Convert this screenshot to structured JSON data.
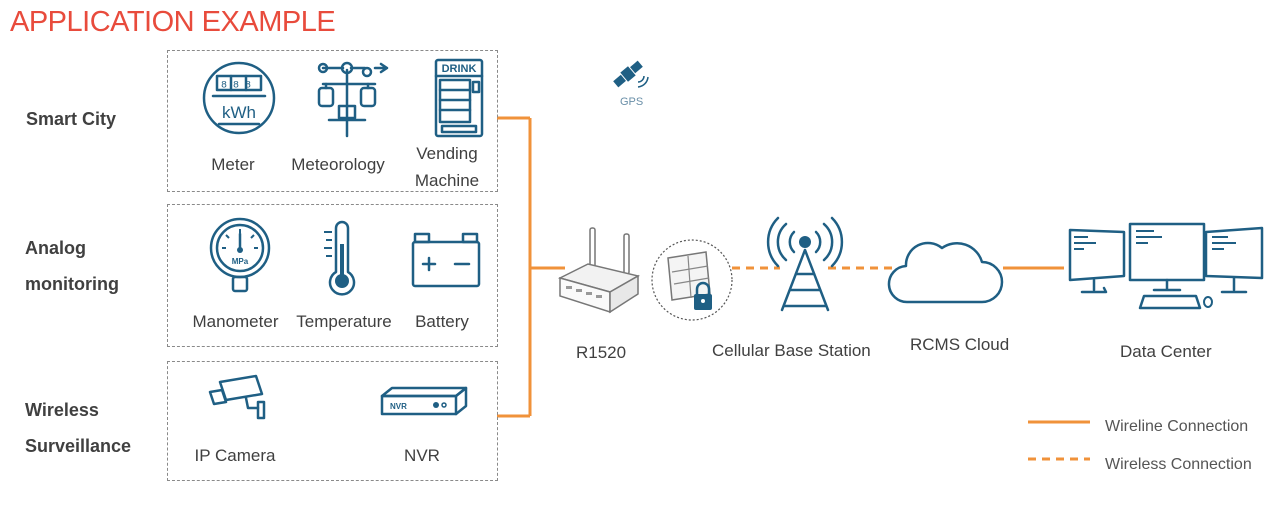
{
  "title": "APPLICATION EXAMPLE",
  "groups": [
    {
      "label_lines": [
        "Smart City"
      ],
      "items": [
        {
          "label_lines": [
            "Meter"
          ],
          "icon": "electric-meter-icon",
          "meter_digits": "888",
          "meter_unit": "kWh"
        },
        {
          "label_lines": [
            "Meteorology"
          ],
          "icon": "weather-station-icon"
        },
        {
          "label_lines": [
            "Vending",
            "Machine"
          ],
          "icon": "vending-machine-icon",
          "sign": "DRINK"
        }
      ]
    },
    {
      "label_lines": [
        "Analog",
        "monitoring"
      ],
      "items": [
        {
          "label_lines": [
            "Manometer"
          ],
          "icon": "pressure-gauge-icon",
          "gauge_unit": "MPa"
        },
        {
          "label_lines": [
            "Temperature"
          ],
          "icon": "thermometer-icon"
        },
        {
          "label_lines": [
            "Battery"
          ],
          "icon": "battery-icon"
        }
      ]
    },
    {
      "label_lines": [
        "Wireless",
        "Surveillance"
      ],
      "items": [
        {
          "label_lines": [
            "IP Camera"
          ],
          "icon": "ip-camera-icon"
        },
        {
          "label_lines": [
            "NVR"
          ],
          "icon": "nvr-icon",
          "device_text": "NVR"
        }
      ]
    }
  ],
  "gps": {
    "label": "GPS",
    "icon": "satellite-icon"
  },
  "router": {
    "label": "R1520",
    "icon": "router-icon"
  },
  "base_station": {
    "label": "Cellular Base Station",
    "icon": "cell-tower-icon"
  },
  "cloud": {
    "label": "RCMS Cloud",
    "icon": "cloud-icon"
  },
  "data_center": {
    "label": "Data Center",
    "icon": "workstations-icon"
  },
  "legend": [
    {
      "label": "Wireline Connection",
      "style": "solid"
    },
    {
      "label": "Wireless Connection",
      "style": "dashed"
    }
  ],
  "colors": {
    "title": "#e84b3c",
    "connection": "#f0923a",
    "icon": "#1f5f84"
  }
}
